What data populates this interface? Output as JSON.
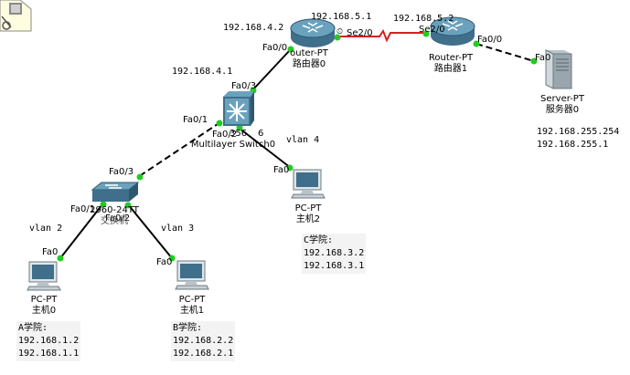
{
  "toolbar_corner": {
    "icon": "note-tool-icon"
  },
  "links": [
    {
      "id": "l1",
      "from": "router0",
      "to": "router1",
      "style": "serial",
      "color": "#d42020"
    },
    {
      "id": "l2",
      "from": "router0",
      "to": "mlswitch0",
      "style": "solid",
      "color": "#000000"
    },
    {
      "id": "l3",
      "from": "router1",
      "to": "server0",
      "style": "dashed",
      "color": "#000000"
    },
    {
      "id": "l4",
      "from": "mlswitch0",
      "to": "switch2960",
      "style": "dashed",
      "color": "#000000"
    },
    {
      "id": "l5",
      "from": "mlswitch0",
      "to": "pc2",
      "style": "solid",
      "color": "#000000"
    },
    {
      "id": "l6",
      "from": "switch2960",
      "to": "pc0",
      "style": "solid",
      "color": "#000000"
    },
    {
      "id": "l7",
      "from": "switch2960",
      "to": "pc1",
      "style": "solid",
      "color": "#000000"
    }
  ],
  "devices": {
    "router0": {
      "model": "Router-PT",
      "model_visible": "outer-PT",
      "name": "路由器0"
    },
    "router1": {
      "model": "Router-PT",
      "name": "路由器1"
    },
    "server0": {
      "model": "Server-PT",
      "name": "服务器0"
    },
    "mlswitch0": {
      "model_prefix": "356",
      "model_suffix": "6",
      "name": "Multilayer Switch0"
    },
    "switch2960": {
      "model": "2960-24TT",
      "name_partial": "交换机"
    },
    "pc0": {
      "model": "PC-PT",
      "name": "主机0"
    },
    "pc1": {
      "model": "PC-PT",
      "name": "主机1"
    },
    "pc2": {
      "model": "PC-PT",
      "name": "主机2"
    }
  },
  "ip_labels": {
    "r0_fa00": "192.168.4.2",
    "r0_se20": "192.168.5.1",
    "r1_se20": "192.168.5.2",
    "mls_fa03": "192.168.4.1"
  },
  "ports": {
    "r0_fa00": "Fa0/0",
    "r0_se20": "Se2/0",
    "r1_se20": "Se2/0",
    "r1_fa00": "Fa0/0",
    "server_fa0": "Fa0",
    "mls_fa03": "Fa0/3",
    "mls_fa01": "Fa0/1",
    "mls_fa02": "Fa0/2",
    "sw_fa03": "Fa0/3",
    "sw_fa01": "Fa0/1",
    "sw_fa02": "Fa0/2",
    "pc0_fa0": "Fa0",
    "pc1_fa0": "Fa0",
    "pc2_fa0": "Fa0"
  },
  "vlans": {
    "v2": "vlan 2",
    "v3": "vlan 3",
    "v4": "vlan 4"
  },
  "notes": {
    "server": [
      "192.168.255.254",
      "192.168.255.1"
    ],
    "a": [
      "A学院:",
      "192.168.1.2",
      "192.168.1.1"
    ],
    "b": [
      "B学院:",
      "192.168.2.2",
      "192.168.2.1"
    ],
    "c": [
      "C学院:",
      "192.168.3.2",
      "192.168.3.1"
    ]
  },
  "clock_symbol": "⏲"
}
